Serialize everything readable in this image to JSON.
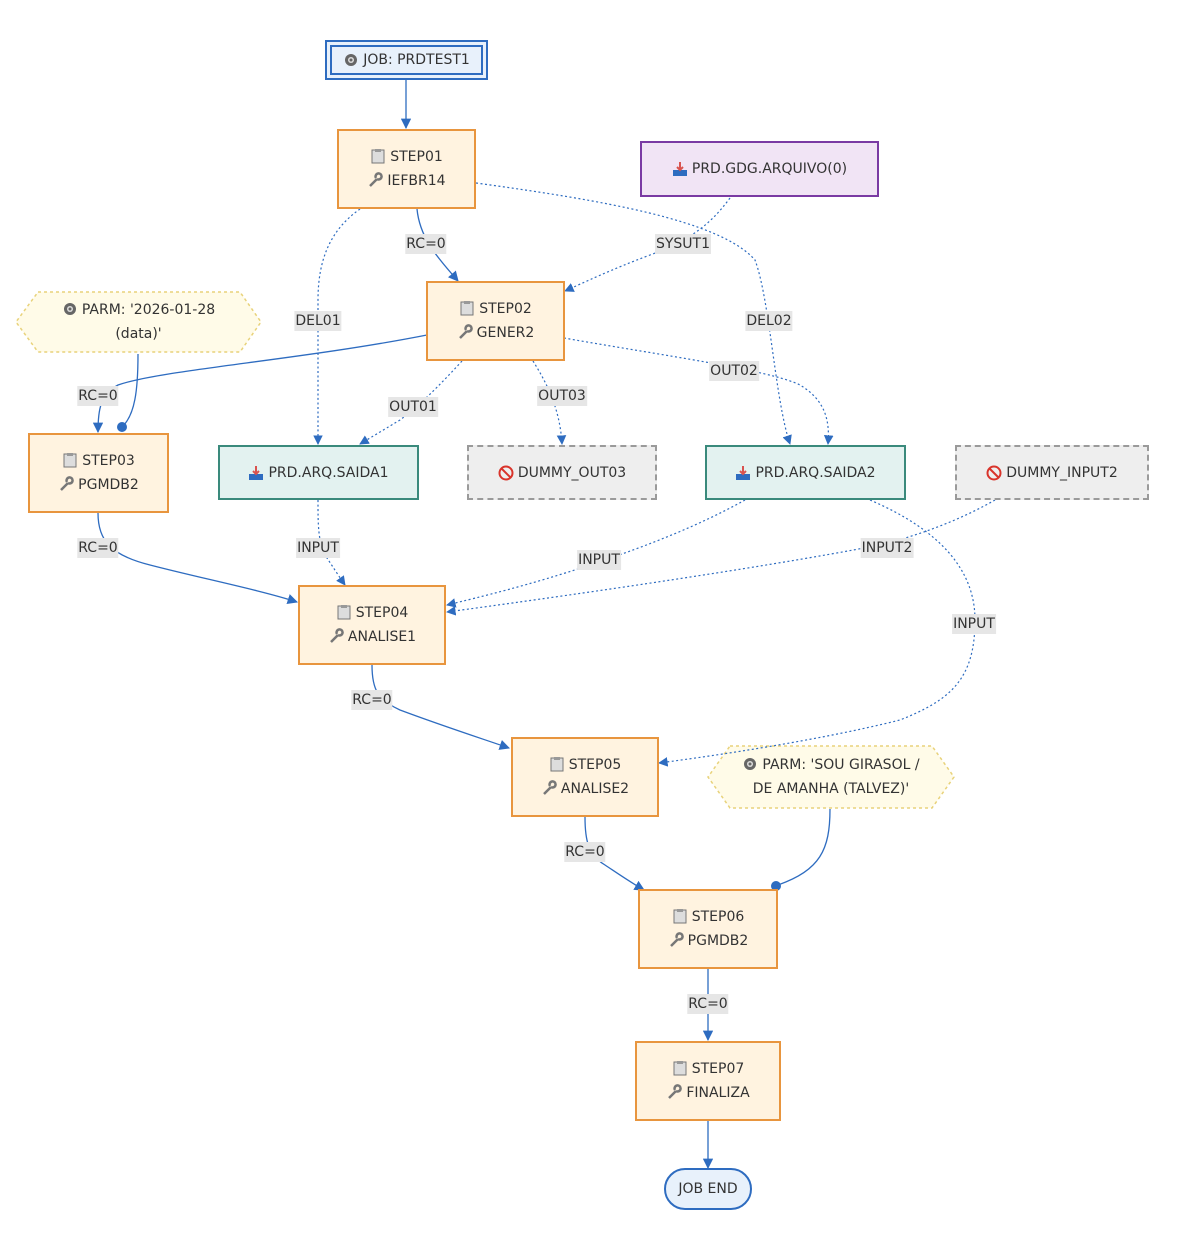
{
  "nodes": {
    "job": {
      "icon": "gear-icon",
      "label": "JOB: PRDTEST1"
    },
    "gdg": {
      "icon": "inbox-tray-icon",
      "label": "PRD.GDG.ARQUIVO(0)"
    },
    "step01": {
      "name": "STEP01",
      "pgm": "IEFBR14"
    },
    "step02": {
      "name": "STEP02",
      "pgm": "GENER2"
    },
    "parm1": {
      "icon": "gear-icon",
      "line1": "PARM: '2026-01-28",
      "line2": "(data)'"
    },
    "step03": {
      "name": "STEP03",
      "pgm": "PGMDB2"
    },
    "saida1": {
      "icon": "inbox-tray-icon",
      "label": "PRD.ARQ.SAIDA1"
    },
    "dummy_out03": {
      "icon": "prohibited-icon",
      "label": "DUMMY_OUT03"
    },
    "saida2": {
      "icon": "inbox-tray-icon",
      "label": "PRD.ARQ.SAIDA2"
    },
    "dummy_input2": {
      "icon": "prohibited-icon",
      "label": "DUMMY_INPUT2"
    },
    "step04": {
      "name": "STEP04",
      "pgm": "ANALISE1"
    },
    "step05": {
      "name": "STEP05",
      "pgm": "ANALISE2"
    },
    "parm2": {
      "icon": "gear-icon",
      "line1": "PARM: 'SOU GIRASOL /",
      "line2": "DE AMANHA (TALVEZ)'"
    },
    "step06": {
      "name": "STEP06",
      "pgm": "PGMDB2"
    },
    "step07": {
      "name": "STEP07",
      "pgm": "FINALIZA"
    },
    "end": {
      "label": "JOB END"
    }
  },
  "edge_labels": {
    "rc_s1_s2": "RC=0",
    "del01": "DEL01",
    "del02": "DEL02",
    "sysut1": "SYSUT1",
    "rc_s2_s3": "RC=0",
    "out01": "OUT01",
    "out03": "OUT03",
    "out02": "OUT02",
    "rc_s3_s4": "RC=0",
    "input_s1": "INPUT",
    "input_s2_s4": "INPUT",
    "input2": "INPUT2",
    "input_s2_s5": "INPUT",
    "rc_s4_s5": "RC=0",
    "rc_s5_s6": "RC=0",
    "rc_s6_s7": "RC=0"
  },
  "colors": {
    "edge": "#2e6cc0",
    "step_border": "#e8953e",
    "dataset_border": "#3a8a7c",
    "gdg_border": "#7a3aa3",
    "parm_border": "#e8d27a"
  }
}
